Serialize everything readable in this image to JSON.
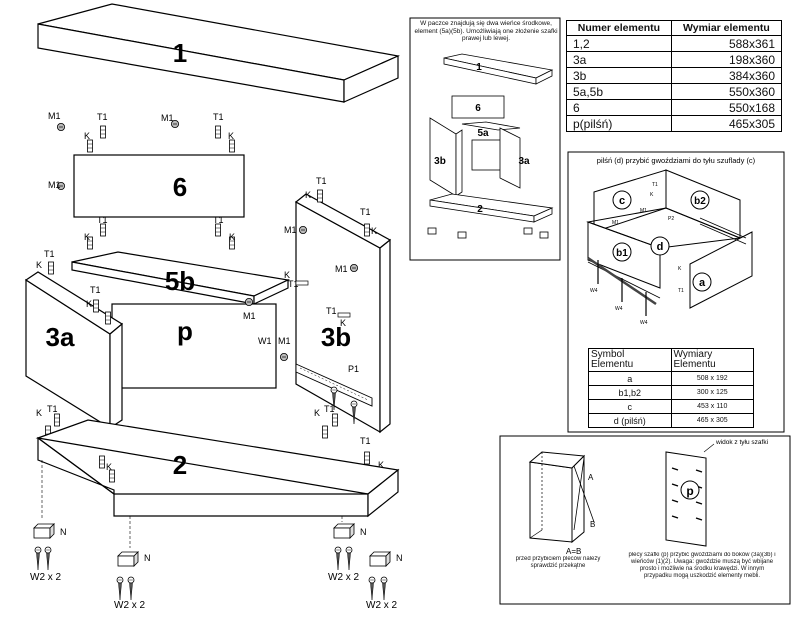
{
  "main": {
    "panels": [
      {
        "id": "1",
        "label": "1"
      },
      {
        "id": "6",
        "label": "6"
      },
      {
        "id": "5b",
        "label": "5b"
      },
      {
        "id": "p",
        "label": "p"
      },
      {
        "id": "3a",
        "label": "3a"
      },
      {
        "id": "3b",
        "label": "3b"
      },
      {
        "id": "2",
        "label": "2"
      }
    ],
    "fasteners": {
      "m1": "M1",
      "k": "K",
      "t1": "T1",
      "w1": "W1",
      "p1": "P1",
      "n": "N",
      "w2x2": "W2 x 2"
    }
  },
  "note_box": {
    "text": "W paczce znajdują się dwa wieńce środkowe, element (5a)(5b). Umożliwiają one złożenie szafki prawej lub lewej.",
    "labels": [
      "1",
      "6",
      "5a",
      "3b",
      "3a",
      "2"
    ]
  },
  "dimensions_table": {
    "headers": [
      "Numer elementu",
      "Wymiar elementu"
    ],
    "rows": [
      [
        "1,2",
        "588x361"
      ],
      [
        "3a",
        "198x360"
      ],
      [
        "3b",
        "384x360"
      ],
      [
        "5a,5b",
        "550x360"
      ],
      [
        "6",
        "550x168"
      ],
      [
        "p(pilśń)",
        "465x305"
      ]
    ]
  },
  "drawer_box": {
    "caption": "pilśń (d) przybić gwoździami do tyłu szuflady (c)",
    "labels": {
      "c": "c",
      "b2": "b2",
      "b1": "b1",
      "d": "d",
      "a": "a"
    },
    "fasteners": {
      "m1": "M1",
      "p2": "P2",
      "t1": "T1",
      "k": "K",
      "w4": "W4"
    }
  },
  "symbol_table": {
    "headers": [
      "Symbol Elementu",
      "Wymiary Elementu"
    ],
    "rows": [
      [
        "a",
        "508 x 192"
      ],
      [
        "b1,b2",
        "300 x 125"
      ],
      [
        "c",
        "453 x 110"
      ],
      [
        "d (pilśń)",
        "465 x 305"
      ]
    ]
  },
  "bottom_box": {
    "label_a": "A",
    "label_b": "B",
    "label_ab": "A=B",
    "caption_left": "przed przybiciem pleców należy sprawdzić przekątne",
    "back_label": "widok z tyłu szafki",
    "back_panel": "p",
    "caption_right": "plecy szafki (p) przybić gwoździami do boków (3a)(3b) i wieńców (1)(2). Uwaga: gwoździe muszą być wbijane prosto i możliwie na środku krawędzi. W innym przypadku mogą uszkodzić elementy mebli."
  }
}
